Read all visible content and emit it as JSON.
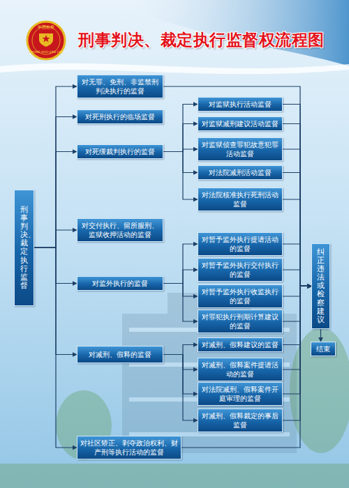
{
  "diagram": {
    "title": "刑事判决、裁定执行监督权流程图",
    "nodes": [
      {
        "text": [
          "刑事判决、裁定执行监督"
        ]
      },
      {
        "text": [
          "对无罪、免刑、非监禁刑判决执行的监督"
        ]
      },
      {
        "text": [
          "对死刑执行的临场监督"
        ]
      },
      {
        "text": [
          "对死缓裁判执行的监督"
        ]
      },
      {
        "text": [
          "对交付执行、留所服刑、监狱收押活动的监督"
        ]
      },
      {
        "text": [
          "对监外执行的监督"
        ]
      },
      {
        "text": [
          "对减刑、假释的监督"
        ]
      },
      {
        "text": [
          "对社区矫正、剥夺政治权利、财产刑等执行活动的监督"
        ]
      },
      {
        "text": [
          "对监狱执行活动监督"
        ]
      },
      {
        "text": [
          "对监狱减刑建议活动监督"
        ]
      },
      {
        "text": [
          "对监狱侦查罪犯故意犯罪活动监督"
        ]
      },
      {
        "text": [
          "对法院减刑活动监督"
        ]
      },
      {
        "text": [
          "对法院核准执行死刑活动监督"
        ]
      },
      {
        "text": [
          "对暂予监外执行提请活动的监督"
        ]
      },
      {
        "text": [
          "对暂予监外执行交付执行的监督"
        ]
      },
      {
        "text": [
          "对暂予监外执行收监执行的监督"
        ]
      },
      {
        "text": [
          "对罪犯执行刑期计算建议的监督"
        ]
      },
      {
        "text": [
          "对减刑、假释建议的监督"
        ]
      },
      {
        "text": [
          "对减刑、假释案件提请活动的监督"
        ]
      },
      {
        "text": [
          "对法院减刑、假释案件开庭审理的监督"
        ]
      },
      {
        "text": [
          "对减刑、假释裁定的事后监督"
        ]
      },
      {
        "text": [
          "纠正违法或检察建议"
        ]
      },
      {
        "text": [
          "结束"
        ]
      }
    ],
    "edges": [
      {
        "from": 0,
        "to": 1,
        "arrow": "to"
      },
      {
        "from": 0,
        "to": 2,
        "arrow": "to"
      },
      {
        "from": 0,
        "to": 3,
        "arrow": "to"
      },
      {
        "from": 0,
        "to": 4,
        "arrow": "to"
      },
      {
        "from": 0,
        "to": 5,
        "arrow": "to"
      },
      {
        "from": 0,
        "to": 6,
        "arrow": "to"
      },
      {
        "from": 0,
        "to": 7,
        "arrow": "to"
      },
      {
        "from": 3,
        "to": 8,
        "arrow": "to"
      },
      {
        "from": 3,
        "to": 9,
        "arrow": "to"
      },
      {
        "from": 3,
        "to": 10,
        "arrow": "to"
      },
      {
        "from": 3,
        "to": 11,
        "arrow": "to"
      },
      {
        "from": 3,
        "to": 12,
        "arrow": "to"
      },
      {
        "from": 5,
        "to": 13,
        "arrow": "to"
      },
      {
        "from": 5,
        "to": 14,
        "arrow": "to"
      },
      {
        "from": 5,
        "to": 15,
        "arrow": "to"
      },
      {
        "from": 5,
        "to": 16,
        "arrow": "to"
      },
      {
        "from": 6,
        "to": 17,
        "arrow": "to"
      },
      {
        "from": 6,
        "to": 18,
        "arrow": "to"
      },
      {
        "from": 6,
        "to": 19,
        "arrow": "to"
      },
      {
        "from": 6,
        "to": 20,
        "arrow": "to"
      },
      {
        "from": 1,
        "to": 21,
        "arrow": "to"
      },
      {
        "from": 8,
        "to": 21,
        "arrow": "to"
      },
      {
        "from": 9,
        "to": 21,
        "arrow": "to"
      },
      {
        "from": 10,
        "to": 21,
        "arrow": "to"
      },
      {
        "from": 11,
        "to": 21,
        "arrow": "to"
      },
      {
        "from": 12,
        "to": 21,
        "arrow": "to"
      },
      {
        "from": 13,
        "to": 21,
        "arrow": "to"
      },
      {
        "from": 14,
        "to": 21,
        "arrow": "to"
      },
      {
        "from": 15,
        "to": 21,
        "arrow": "to"
      },
      {
        "from": 16,
        "to": 21,
        "arrow": "to"
      },
      {
        "from": 17,
        "to": 21,
        "arrow": "to"
      },
      {
        "from": 18,
        "to": 21,
        "arrow": "to"
      },
      {
        "from": 19,
        "to": 21,
        "arrow": "to"
      },
      {
        "from": 20,
        "to": 21,
        "arrow": "to"
      },
      {
        "from": 7,
        "to": 21,
        "arrow": "to"
      },
      {
        "from": 21,
        "to": 22,
        "arrow": "to"
      }
    ],
    "labels": [
      "中国检察",
      "ZHONG GUO JIAN CHA"
    ]
  }
}
